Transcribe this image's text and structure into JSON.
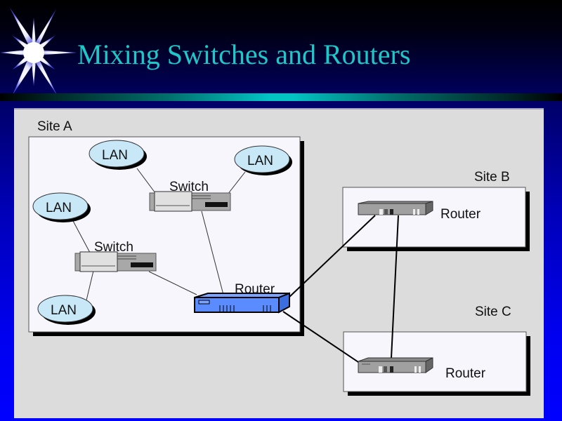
{
  "slide": {
    "title": "Mixing Switches and Routers"
  },
  "sites": {
    "a": {
      "label": "Site A"
    },
    "b": {
      "label": "Site B",
      "router_label": "Router"
    },
    "c": {
      "label": "Site C",
      "router_label": "Router"
    }
  },
  "site_a_devices": {
    "lan_top": "LAN",
    "lan_right": "LAN",
    "lan_left": "LAN",
    "lan_bottom": "LAN",
    "switch_top": "Switch",
    "switch_bottom": "Switch",
    "router": "Router"
  },
  "colors": {
    "title": "#1ec8c8",
    "lan_fill": "#c8e8f8",
    "router_a_fill": "#5a8cff",
    "panel": "#dcdcdc",
    "site_box": "#f6f6fc"
  }
}
